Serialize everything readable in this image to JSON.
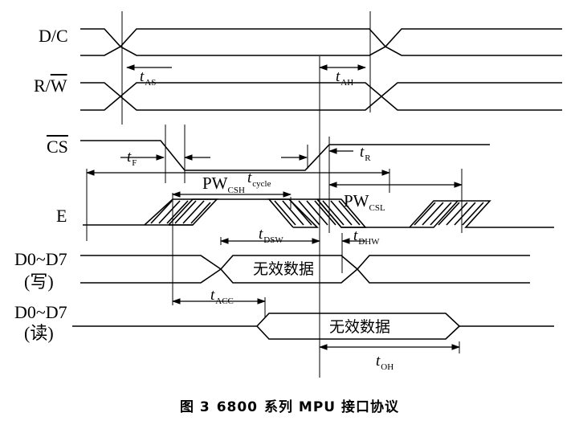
{
  "signals": {
    "dc": "D/C",
    "rw_r": "R/",
    "rw_w": "W",
    "cs": "CS",
    "e": "E",
    "d_write": "D0~D7",
    "d_write_note": "(写)",
    "d_read": "D0~D7",
    "d_read_note": "(读)"
  },
  "timing": {
    "t": "t",
    "as": "AS",
    "ah": "AH",
    "f": "F",
    "r": "R",
    "cycle": "cycle",
    "dsw": "DSW",
    "dhw": "DHW",
    "acc": "ACC",
    "oh": "OH",
    "pw": "PW",
    "csh": "CSH",
    "csl": "CSL"
  },
  "data_labels": {
    "write": "无效数据",
    "read": "无效数据"
  },
  "caption": {
    "fig": "图 3",
    "model": "6800",
    "title": "系列 MPU 接口协议"
  }
}
